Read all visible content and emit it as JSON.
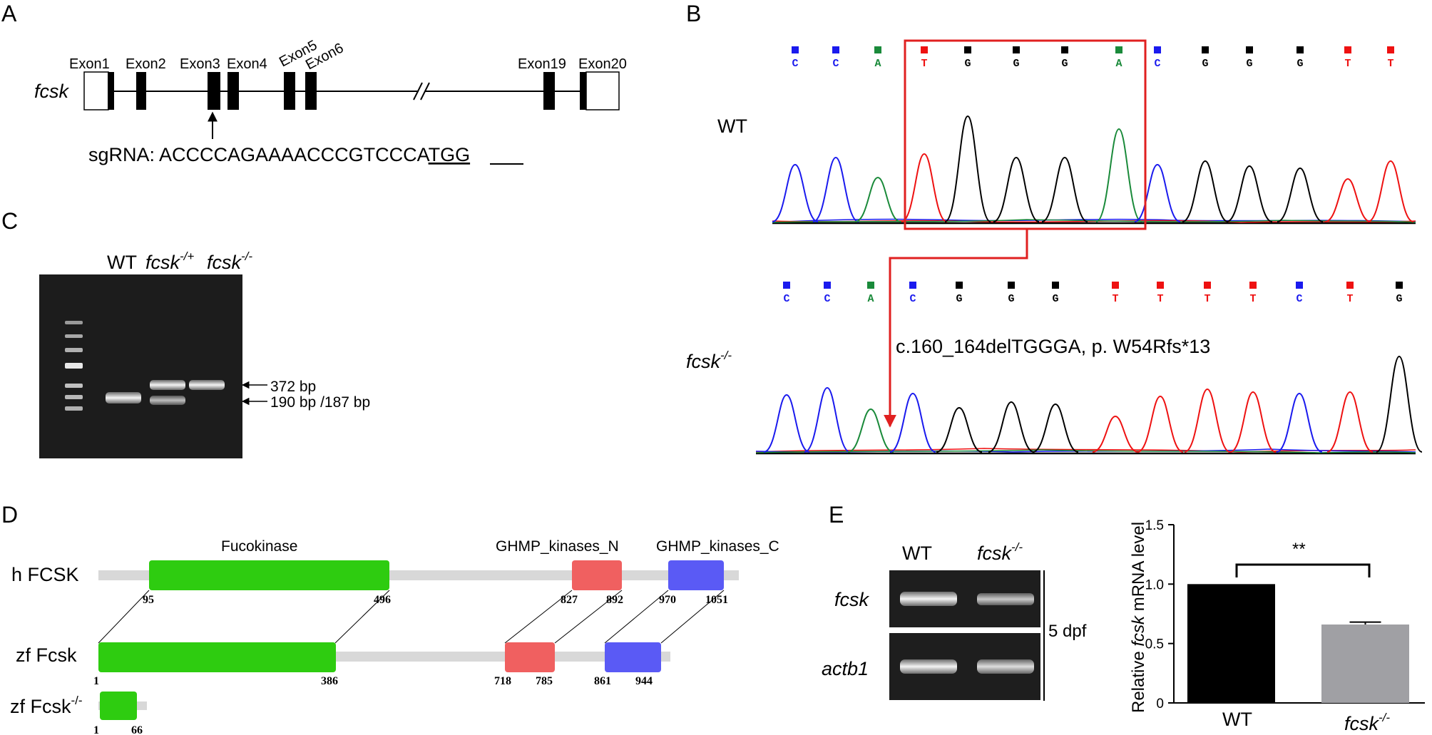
{
  "panel_letters": {
    "a": "A",
    "b": "B",
    "c": "C",
    "d": "D",
    "e": "E"
  },
  "panel_a": {
    "gene": "fcsk",
    "exons": [
      "Exon1",
      "Exon2",
      "Exon3",
      "Exon4",
      "Exon5",
      "Exon6",
      "Exon19",
      "Exon20"
    ],
    "sgrna_prefix": "sgRNA: ",
    "sgrna_main": "ACCCCAGAAAACCCGTCCCA",
    "sgrna_pam": "TGG"
  },
  "panel_b": {
    "wt_label": "WT",
    "mut_label": "fcsk",
    "mut_sup": "-/-",
    "mutation": "c.160_164delTGGGA, p. W54Rfs*13",
    "wt_bases": [
      "C",
      "C",
      "A",
      "T",
      "G",
      "G",
      "G",
      "A",
      "C",
      "G",
      "G",
      "G",
      "T",
      "T"
    ],
    "mut_bases": [
      "C",
      "C",
      "A",
      "C",
      "G",
      "G",
      "G",
      "T",
      "T",
      "T",
      "T",
      "C",
      "T",
      "G"
    ],
    "base_colors": {
      "A": "#1a8a3a",
      "C": "#1a1aee",
      "G": "#000000",
      "T": "#ee1111"
    },
    "highlight_color": "#e02020"
  },
  "panel_c": {
    "lanes": [
      {
        "main": "WT",
        "sup": ""
      },
      {
        "main": "fcsk",
        "sup": "-/+"
      },
      {
        "main": "fcsk",
        "sup": "-/-"
      }
    ],
    "band_upper": "372 bp",
    "band_lower": "190 bp /187 bp"
  },
  "panel_d": {
    "proteins": [
      {
        "label": "h FCSK",
        "domains": [
          {
            "name": "Fucokinase",
            "start": "95",
            "end": "496",
            "color": "#2ecc10"
          },
          {
            "name": "GHMP_kinases_N",
            "start": "827",
            "end": "892",
            "color": "#f06060"
          },
          {
            "name": "GHMP_kinases_C",
            "start": "970",
            "end": "1051",
            "color": "#5a5af5"
          }
        ]
      },
      {
        "label": "zf Fcsk",
        "domains": [
          {
            "name": "",
            "start": "1",
            "end": "386",
            "color": "#2ecc10"
          },
          {
            "name": "",
            "start": "718",
            "end": "785",
            "color": "#f06060"
          },
          {
            "name": "",
            "start": "861",
            "end": "944",
            "color": "#5a5af5"
          }
        ]
      },
      {
        "label": "zf Fcsk",
        "sup": "-/-",
        "domains": [
          {
            "name": "",
            "start": "1",
            "end": "66",
            "color": "#2ecc10"
          }
        ]
      }
    ]
  },
  "panel_e": {
    "gel_cols": [
      {
        "main": "WT",
        "sup": ""
      },
      {
        "main": "fcsk",
        "sup": "-/-"
      }
    ],
    "gel_rows": [
      "fcsk",
      "actb1"
    ],
    "stage": "5 dpf",
    "chart_data": {
      "type": "bar",
      "categories": [
        "WT",
        "fcsk-/-"
      ],
      "category_sup": [
        "",
        "-/-"
      ],
      "category_main": [
        "WT",
        "fcsk"
      ],
      "values": [
        1.0,
        0.66
      ],
      "errors": [
        0,
        0.02
      ],
      "colors": [
        "#000000",
        "#a0a0a4"
      ],
      "ylabel_pre": "Relative ",
      "ylabel_ital": "fcsk",
      "ylabel_post": " mRNA level",
      "ylim": [
        0,
        1.5
      ],
      "yticks": [
        "0",
        "0.5",
        "1.0",
        "1.5"
      ],
      "significance": "**"
    }
  }
}
